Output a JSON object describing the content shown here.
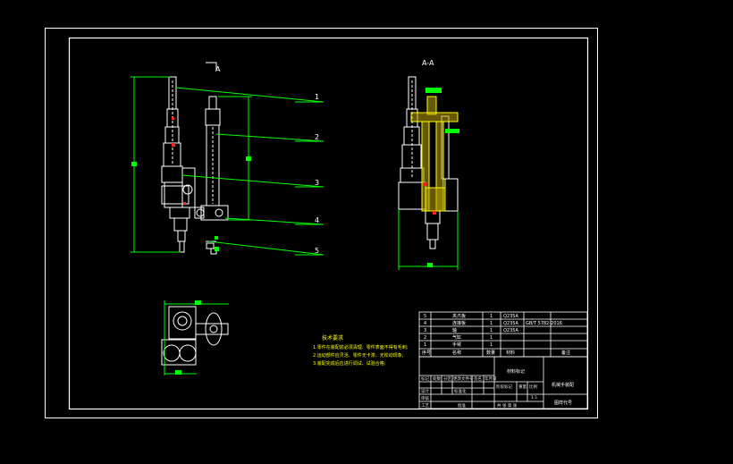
{
  "drawing": {
    "view_a_label": "A",
    "section_label": "A-A",
    "balloons": [
      "1",
      "2",
      "3",
      "4",
      "5"
    ],
    "tech_notes": {
      "title": "技术要求",
      "lines": [
        "1.零件在装配前必须清理、零件表面不得有毛刺;",
        "2.运动部件应灵活、零件无卡滞、无松动现象;",
        "3.装配完成后应进行调试、试验合格;"
      ]
    }
  },
  "bom": {
    "rows": [
      {
        "no": "5",
        "name": "夹爪板",
        "qty": "1",
        "material": "Q235A",
        "note": ""
      },
      {
        "no": "4",
        "name": "连接板",
        "qty": "1",
        "material": "Q235A",
        "note": "GB/T 5782-2016"
      },
      {
        "no": "3",
        "name": "轴",
        "qty": "1",
        "material": "Q235A",
        "note": ""
      },
      {
        "no": "2",
        "name": "气缸",
        "qty": "1",
        "material": "",
        "note": ""
      },
      {
        "no": "1",
        "name": "手臂",
        "qty": "1",
        "material": "",
        "note": ""
      }
    ],
    "header": {
      "no": "序号",
      "name": "名称",
      "qty": "数量",
      "material": "材料",
      "note": "备注"
    }
  },
  "title_block": {
    "material_mark": "材料标记",
    "drawing_name": "机械手装配",
    "drawing_code": "图样代号",
    "labels": {
      "mark": "标记",
      "count": "处数",
      "zone": "分区",
      "change_no": "更改文件号",
      "sign": "签名",
      "date": "年月日",
      "design": "设计",
      "standard": "标准化",
      "stage_mark": "阶段标记",
      "weight": "重量",
      "scale": "比例",
      "review": "审核",
      "process": "工艺",
      "approve": "批准",
      "sheet": "共 张 第 张"
    },
    "scale_value": "1:1"
  }
}
